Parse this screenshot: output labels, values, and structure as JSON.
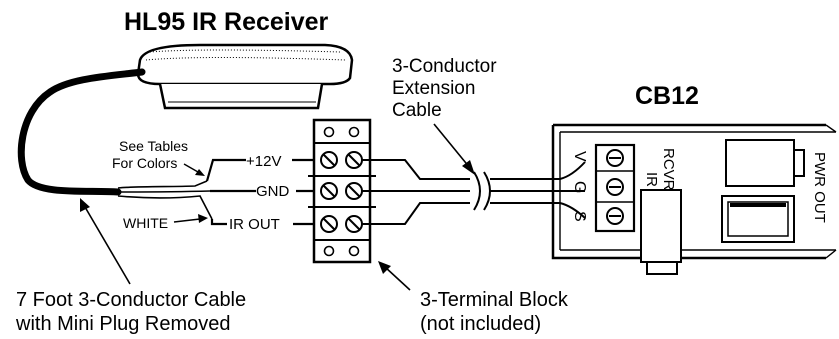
{
  "receiver": {
    "title": "HL95 IR Receiver"
  },
  "cable_labels": {
    "see_tables_line1": "See Tables",
    "see_tables_line2": "For Colors",
    "white": "WHITE"
  },
  "terminal_labels": {
    "plus12v": "+12V",
    "gnd": "GND",
    "ir_out": "IR OUT"
  },
  "extension": {
    "line1": "3-Conductor",
    "line2": "Extension",
    "line3": "Cable"
  },
  "cb12": {
    "title": "CB12",
    "ir_rcvr_line1": "IR",
    "ir_rcvr_line2": "RCVR",
    "pin_v": "V",
    "pin_g": "G",
    "pin_s": "S",
    "pwr_out": "PWR OUT"
  },
  "captions": {
    "cable_line1": "7 Foot 3-Conductor Cable",
    "cable_line2": "with Mini Plug Removed",
    "block_line1": "3-Terminal Block",
    "block_line2": "(not included)"
  }
}
